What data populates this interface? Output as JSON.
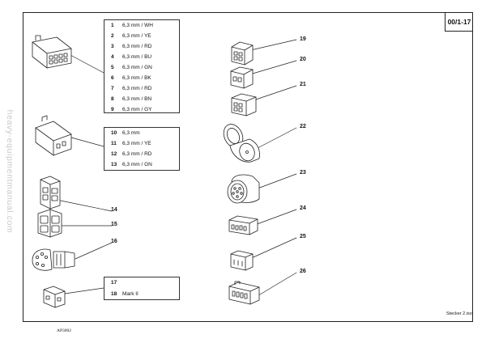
{
  "sheet_id": "00/1-17",
  "footer_label": "Stecker 2.iso",
  "reference": "AP3002",
  "watermark": "heavy-equipmentmanual.com",
  "tables": [
    {
      "rows": [
        {
          "num": "1",
          "desc": "6,3 mm / WH"
        },
        {
          "num": "2",
          "desc": "6,3 mm / YE"
        },
        {
          "num": "3",
          "desc": "6,3 mm / RD"
        },
        {
          "num": "4",
          "desc": "6,3 mm / BU"
        },
        {
          "num": "5",
          "desc": "6,3 mm / GN"
        },
        {
          "num": "6",
          "desc": "6,3 mm / BK"
        },
        {
          "num": "7",
          "desc": "6,3 mm / RD"
        },
        {
          "num": "8",
          "desc": "6,3 mm / BN"
        },
        {
          "num": "9",
          "desc": "6,3 mm / GY"
        }
      ]
    },
    {
      "rows": [
        {
          "num": "10",
          "desc": "6,3 mm"
        },
        {
          "num": "11",
          "desc": "6,3 mm / YE"
        },
        {
          "num": "12",
          "desc": "6,3 mm / RD"
        },
        {
          "num": "13",
          "desc": "6,3 mm / GN"
        }
      ]
    },
    {
      "rows": [
        {
          "num": "17",
          "desc": ""
        },
        {
          "num": "18",
          "desc": "Mark II"
        }
      ]
    }
  ],
  "callouts": [
    "14",
    "15",
    "16",
    "19",
    "20",
    "21",
    "22",
    "23",
    "24",
    "25",
    "26"
  ]
}
